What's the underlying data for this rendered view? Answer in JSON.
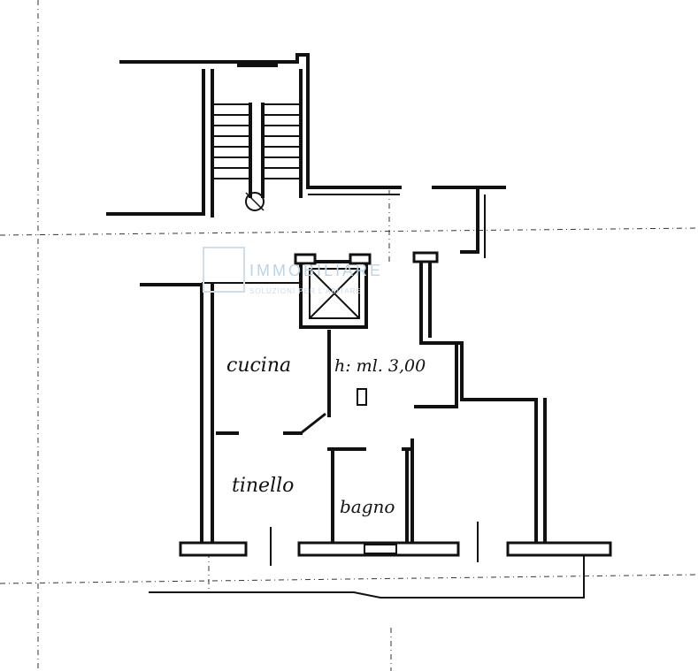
{
  "rooms": {
    "kitchen": "cucina",
    "living": "tinello",
    "bathroom": "bagno"
  },
  "height_note": "h: ml. 3,00",
  "watermark": {
    "brand": "IMMOBILIARE",
    "tagline": "SOLUZIONI PER L'ABITARE"
  }
}
